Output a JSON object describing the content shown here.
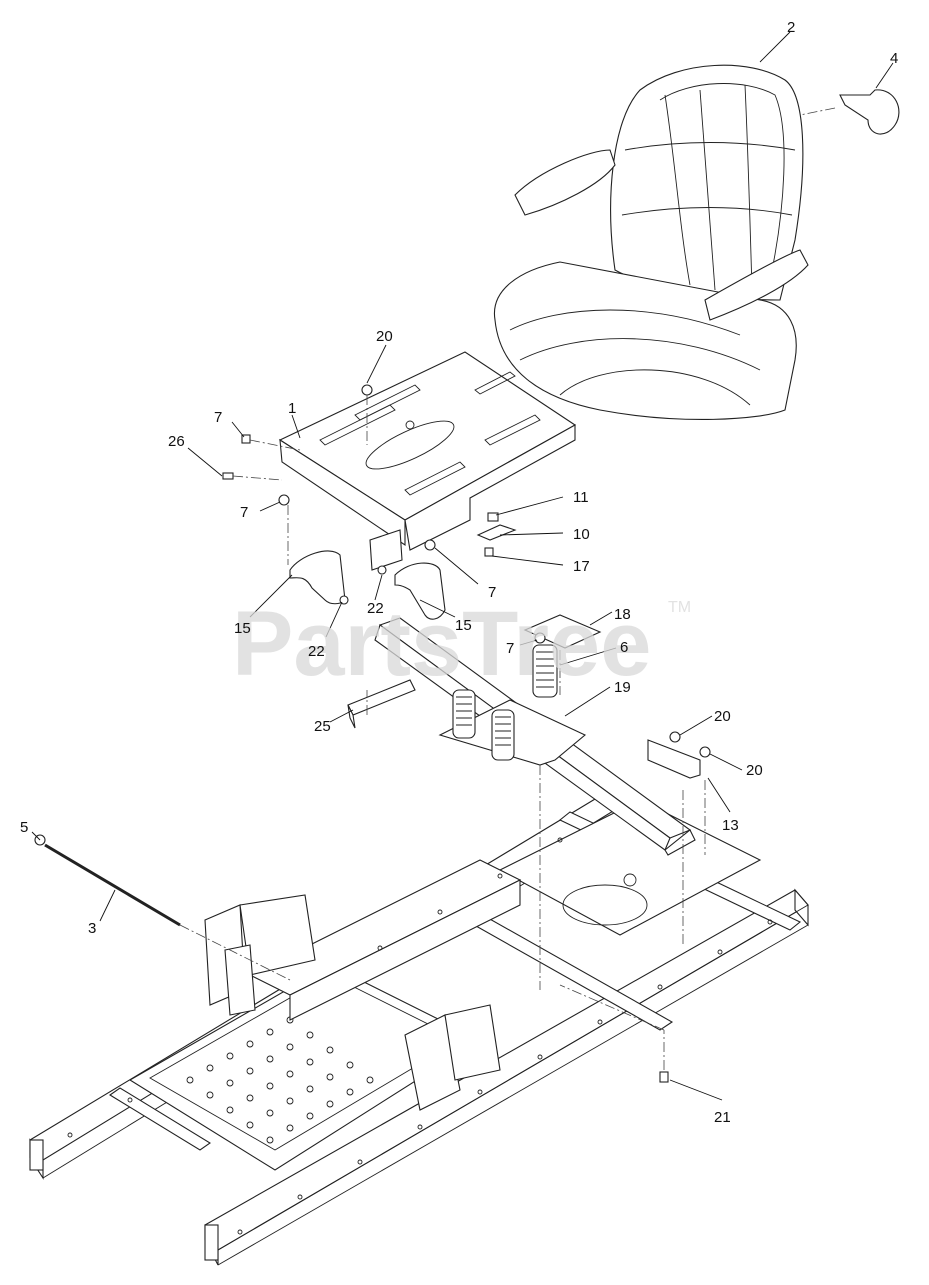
{
  "watermark": {
    "text": "PartsTree",
    "trademark": "TM"
  },
  "callouts": [
    {
      "id": "c-1",
      "label": "1"
    },
    {
      "id": "c-2",
      "label": "2"
    },
    {
      "id": "c-3",
      "label": "3"
    },
    {
      "id": "c-4",
      "label": "4"
    },
    {
      "id": "c-5",
      "label": "5"
    },
    {
      "id": "c-6",
      "label": "6"
    },
    {
      "id": "c-7a",
      "label": "7"
    },
    {
      "id": "c-7b",
      "label": "7"
    },
    {
      "id": "c-7c",
      "label": "7"
    },
    {
      "id": "c-7d",
      "label": "7"
    },
    {
      "id": "c-10",
      "label": "10"
    },
    {
      "id": "c-11",
      "label": "11"
    },
    {
      "id": "c-13",
      "label": "13"
    },
    {
      "id": "c-15a",
      "label": "15"
    },
    {
      "id": "c-15b",
      "label": "15"
    },
    {
      "id": "c-17",
      "label": "17"
    },
    {
      "id": "c-18",
      "label": "18"
    },
    {
      "id": "c-19",
      "label": "19"
    },
    {
      "id": "c-20a",
      "label": "20"
    },
    {
      "id": "c-20b",
      "label": "20"
    },
    {
      "id": "c-20c",
      "label": "20"
    },
    {
      "id": "c-21",
      "label": "21"
    },
    {
      "id": "c-22a",
      "label": "22"
    },
    {
      "id": "c-22b",
      "label": "22"
    },
    {
      "id": "c-25",
      "label": "25"
    },
    {
      "id": "c-26",
      "label": "26"
    }
  ]
}
